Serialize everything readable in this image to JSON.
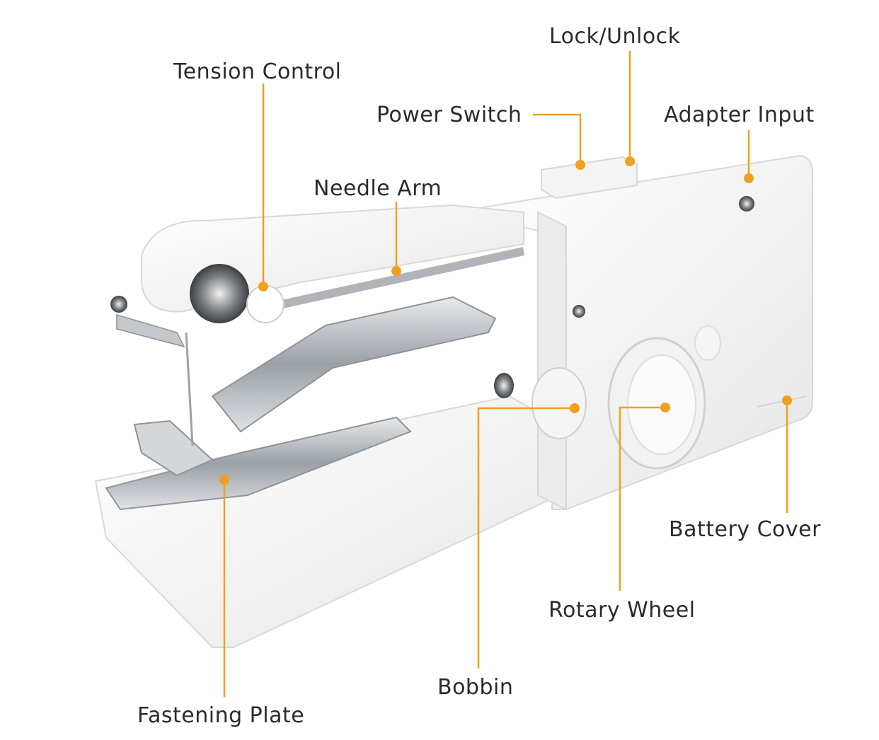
{
  "callouts": {
    "lock_unlock": "Lock/Unlock",
    "tension_control": "Tension Control",
    "power_switch": "Power Switch",
    "adapter_input": "Adapter Input",
    "needle_arm": "Needle Arm",
    "battery_cover": "Battery Cover",
    "rotary_wheel": "Rotary Wheel",
    "bobbin": "Bobbin",
    "fastening_plate": "Fastening Plate"
  },
  "colors": {
    "accent": "#f0a020",
    "text": "#2b2b2b",
    "body": "#f7f7f7",
    "metal": "#b8bcc0"
  }
}
